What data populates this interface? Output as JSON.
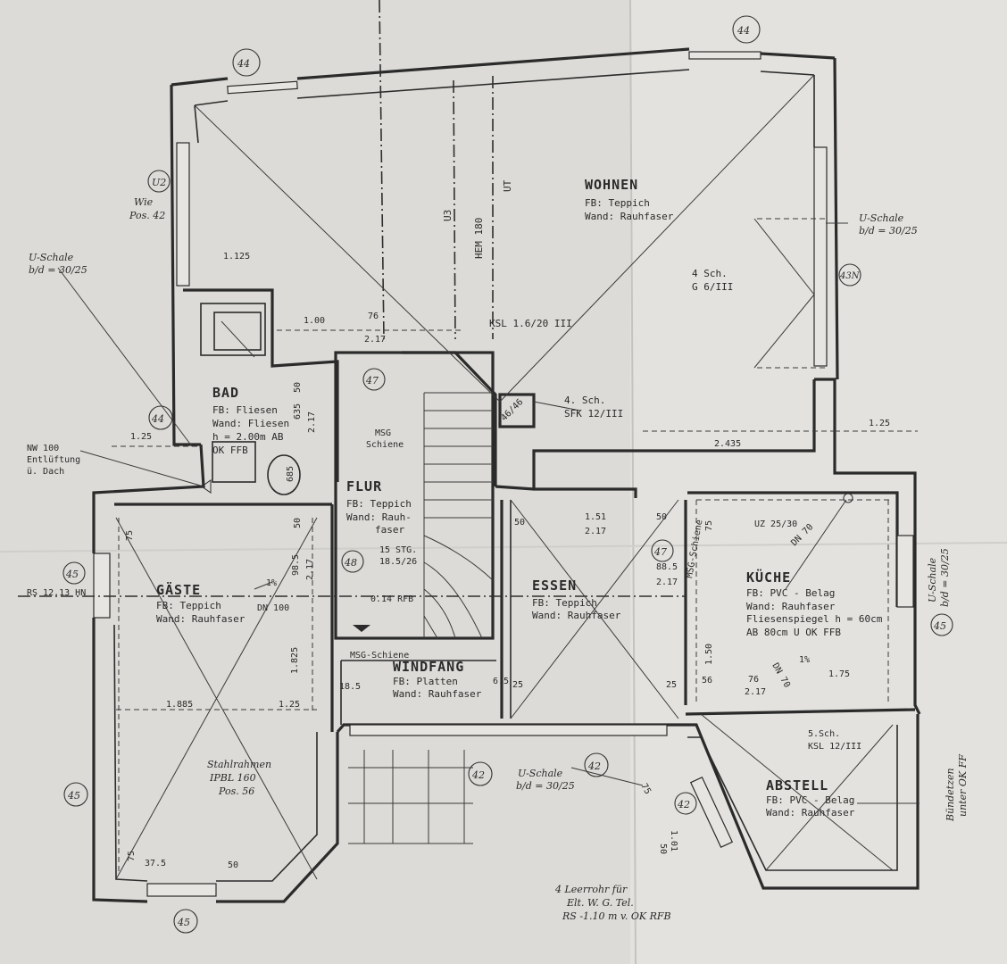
{
  "rooms": {
    "wohnen": {
      "name": "WOHNEN",
      "floor": "FB: Teppich",
      "wall": "Wand: Rauhfaser"
    },
    "bad": {
      "name": "BAD",
      "floor": "FB: Fliesen",
      "wall": "Wand: Fliesen",
      "extra1": "h = 2.00m AB",
      "extra2": "OK FFB"
    },
    "flur": {
      "name": "FLUR",
      "floor": "FB: Teppich",
      "wall": "Wand: Rauh-",
      "wall2": "faser"
    },
    "gaeste": {
      "name": "GÄSTE",
      "floor": "FB: Teppich",
      "wall": "Wand: Rauhfaser"
    },
    "essen": {
      "name": "ESSEN",
      "floor": "FB: Teppich",
      "wall": "Wand: Rauhfaser"
    },
    "kueche": {
      "name": "KÜCHE",
      "floor": "FB: PVC - Belag",
      "wall": "Wand: Rauhfaser",
      "extra1": "Fliesenspiegel h = 60cm",
      "extra2": "AB 80cm U OK FFB"
    },
    "windfang": {
      "name": "WINDFANG",
      "floor": "FB: Platten",
      "wall": "Wand: Rauhfaser"
    },
    "abstell": {
      "name": "ABSTELL",
      "floor": "FB: PVC - Belag",
      "wall": "Wand: Rauhfaser"
    }
  },
  "annotations": {
    "u3": "U3",
    "hem": "HEM 180",
    "ut": "UT",
    "ksl_top": "KSL 1.6/20 III",
    "sch4_sfk": "4. Sch.",
    "sfk": "SFK 12/III",
    "sch4_g": "4 Sch.",
    "g6": "G 6/III",
    "col46": "46/46",
    "uschale_right_1": "U-Schale",
    "uschale_right_2": "b/d = 30/25",
    "uschale_left_1": "U-Schale",
    "uschale_left_2": "b/d = 30/25",
    "wie_1": "Wie",
    "wie_2": "Pos. 42",
    "nw1": "NW 100",
    "nw2": "Entlüftung",
    "nw3": "ü. Dach",
    "msg1": "MSG",
    "msg2": "Schiene",
    "msg_wind": "MSG-Schiene",
    "msg_kue": "MSG-Schiene",
    "stg1": "15 STG.",
    "stg2": "18.5/26",
    "rfb": "0.14 RFB",
    "rs": "RS 12.13 HN",
    "dn100": "DN 100",
    "dn70": "DN 70",
    "dn70b": "DN 70",
    "uz": "UZ 25/30",
    "stahl1": "Stahlrahmen",
    "stahl2": "IPBL 160",
    "stahl3": "Pos. 56",
    "uschale_bot_1": "U-Schale",
    "uschale_bot_2": "b/d = 30/25",
    "ksl_abst": "KSL 12/III",
    "sch5": "5.Sch.",
    "leer1": "4 Leerrohr für",
    "leer2": "Elt. W. G. Tel.",
    "leer3": "RS -1.10 m  v. OK RFB",
    "bund1": "Bündetzen",
    "bund2": "unter OK FF",
    "uschale_kue": "U-Schale",
    "uschale_kue2": "b/d = 30/25"
  },
  "dimensions": {
    "d1125": "1.125",
    "d100": "1.00",
    "d76a": "76",
    "d217a": "2.17",
    "d50a": "50",
    "d635": "635",
    "d217b": "2.17",
    "d685": "685",
    "d125a": "1.25",
    "d75a": "75",
    "d50b": "50",
    "d985": "98.5",
    "d217c": "2.17",
    "d1825": "1.825",
    "d1885": "1.885",
    "d125b": "1.25",
    "d185": "18.5",
    "d65": "6.5",
    "d25a": "25",
    "d50c": "50",
    "d151": "1.51",
    "d217d": "2.17",
    "d50d": "50",
    "d885": "88.5",
    "d217e": "2.17",
    "d75b": "75",
    "d2435": "2.435",
    "d125c": "1.25",
    "d150": "1.50",
    "d56": "56",
    "d76b": "76",
    "d217f": "2.17",
    "d175": "1.75",
    "d25b": "25",
    "d375": "37.5",
    "d50e": "50",
    "d75c": "75",
    "d75d": "75",
    "d101": "1.01",
    "d50f": "50",
    "pct": "1%",
    "pct2": "1%"
  },
  "markers": {
    "m44a": "44",
    "m44b": "44",
    "m44c": "44",
    "mU2": "U2",
    "m43N": "43N",
    "m47a": "47",
    "m47b": "47",
    "m48": "48",
    "m45a": "45",
    "m45b": "45",
    "m45c": "45",
    "m42a": "42",
    "m42b": "42",
    "m42c": "42",
    "m45d": "45"
  }
}
